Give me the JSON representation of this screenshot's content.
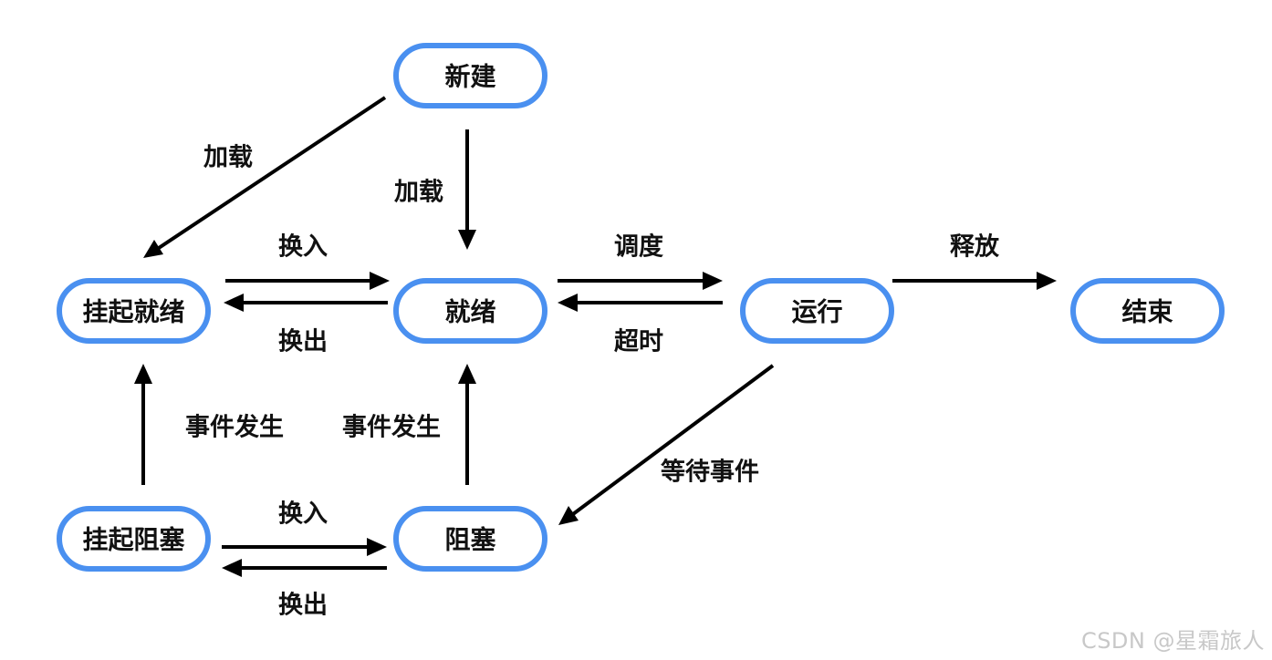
{
  "nodes": {
    "new": "新建",
    "suspended_ready": "挂起就绪",
    "ready": "就绪",
    "running": "运行",
    "terminated": "结束",
    "suspended_blocked": "挂起阻塞",
    "blocked": "阻塞"
  },
  "edges": {
    "new_to_suspended_ready": "加载",
    "new_to_ready": "加载",
    "swap_in_top": "换入",
    "swap_out_top": "换出",
    "schedule": "调度",
    "timeout": "超时",
    "release": "释放",
    "event_occurs_left": "事件发生",
    "event_occurs_right": "事件发生",
    "wait_event": "等待事件",
    "swap_in_bottom": "换入",
    "swap_out_bottom": "换出"
  },
  "colors": {
    "node_border": "#4a90f0",
    "arrow": "#000000",
    "text": "#111111",
    "watermark": "#c8c8c8"
  },
  "watermark": "CSDN @星霜旅人"
}
